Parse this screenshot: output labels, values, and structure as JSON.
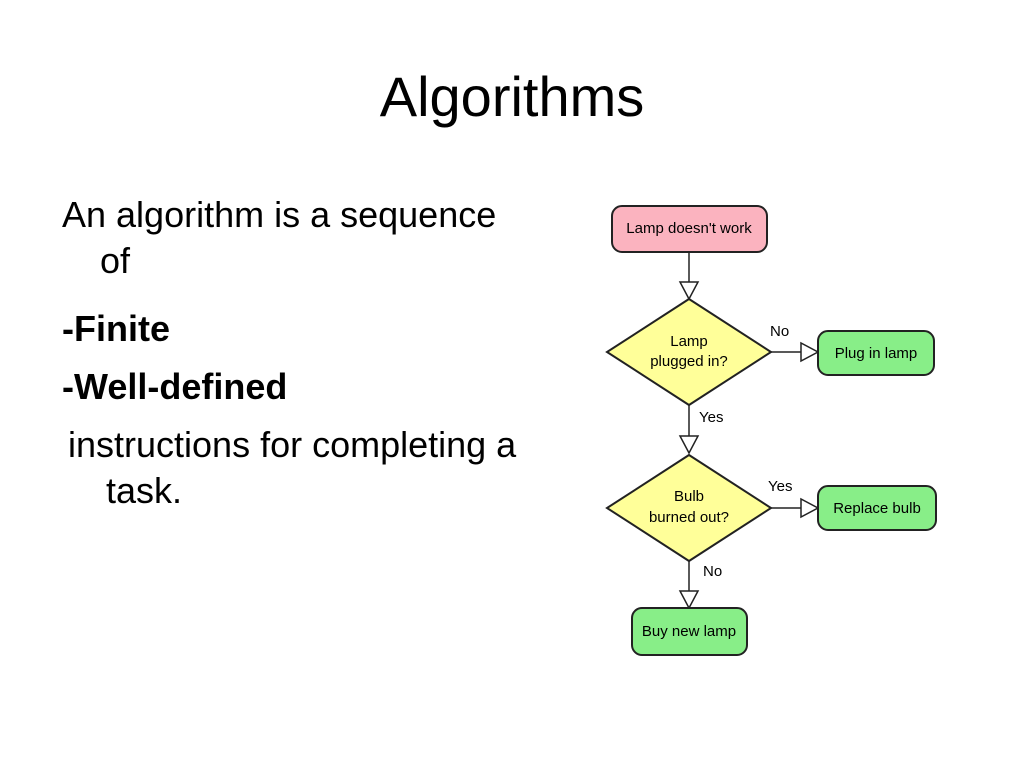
{
  "slide": {
    "title": "Algorithms"
  },
  "body": {
    "intro": "An algorithm is a sequence of",
    "point1": "-Finite",
    "point2": "-Well-defined",
    "outro": "instructions for completing a task."
  },
  "flowchart": {
    "start": "Lamp doesn't work",
    "decision1": {
      "line1": "Lamp",
      "line2": "plugged in?"
    },
    "decision1_no": "No",
    "decision1_yes": "Yes",
    "action1": "Plug in lamp",
    "decision2": {
      "line1": "Bulb",
      "line2": "burned out?"
    },
    "decision2_yes": "Yes",
    "decision2_no": "No",
    "action2": "Replace bulb",
    "end": "Buy new lamp",
    "colors": {
      "start_fill": "#fbb3bf",
      "decision_fill": "#ffff99",
      "action_fill": "#88ee88",
      "stroke": "#222222"
    }
  }
}
